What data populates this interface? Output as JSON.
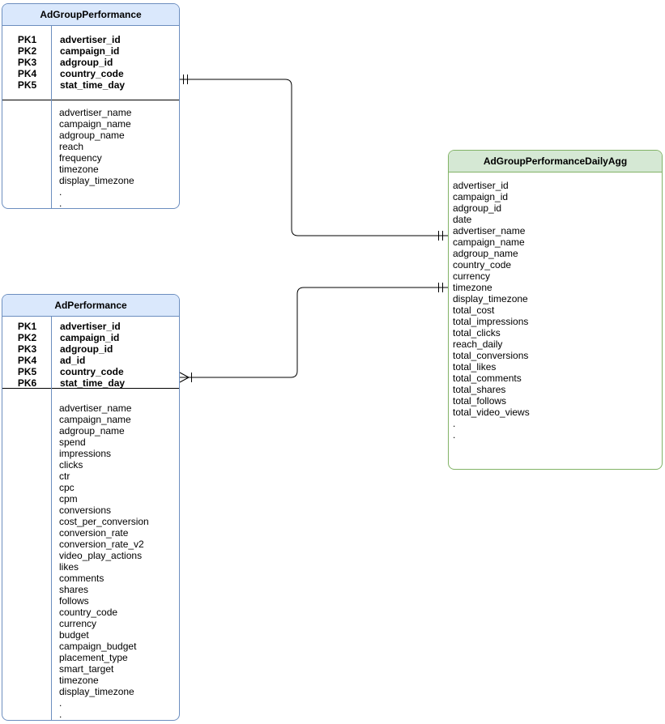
{
  "diagram": {
    "type": "entity-relationship",
    "colors": {
      "blue_fill": "#dae8fc",
      "blue_stroke": "#6c8ebf",
      "green_fill": "#d5e8d4",
      "green_stroke": "#82b366",
      "divider": "#000000",
      "connector": "#000000",
      "background": "#ffffff",
      "text": "#000000"
    },
    "tables": [
      {
        "title": "AdGroupPerformance",
        "theme": "blue",
        "primary_keys": [
          {
            "label": "PK1",
            "field": "advertiser_id"
          },
          {
            "label": "PK2",
            "field": "campaign_id"
          },
          {
            "label": "PK3",
            "field": "adgroup_id"
          },
          {
            "label": "PK4",
            "field": "country_code"
          },
          {
            "label": "PK5",
            "field": "stat_time_day"
          }
        ],
        "fields": [
          "advertiser_name",
          "campaign_name",
          "adgroup_name",
          "reach",
          "frequency",
          "timezone",
          "display_timezone",
          ".",
          "."
        ]
      },
      {
        "title": "AdPerformance",
        "theme": "blue",
        "primary_keys": [
          {
            "label": "PK1",
            "field": "advertiser_id"
          },
          {
            "label": "PK2",
            "field": "campaign_id"
          },
          {
            "label": "PK3",
            "field": "adgroup_id"
          },
          {
            "label": "PK4",
            "field": "ad_id"
          },
          {
            "label": "PK5",
            "field": "country_code"
          },
          {
            "label": "PK6",
            "field": "stat_time_day"
          }
        ],
        "fields": [
          "advertiser_name",
          "campaign_name",
          "adgroup_name",
          "spend",
          "impressions",
          "clicks",
          "ctr",
          "cpc",
          "cpm",
          "conversions",
          "cost_per_conversion",
          "conversion_rate",
          "conversion_rate_v2",
          "video_play_actions",
          "likes",
          "comments",
          "shares",
          "follows",
          "country_code",
          "currency",
          "budget",
          "campaign_budget",
          "placement_type",
          "smart_target",
          "timezone",
          "display_timezone",
          ".",
          "."
        ]
      },
      {
        "title": "AdGroupPerformanceDailyAgg",
        "theme": "green",
        "primary_keys": [],
        "fields": [
          "advertiser_id",
          "campaign_id",
          "adgroup_id",
          "date",
          "advertiser_name",
          "campaign_name",
          "adgroup_name",
          "country_code",
          "currency",
          "timezone",
          "display_timezone",
          "total_cost",
          "total_impressions",
          "total_clicks",
          "reach_daily",
          "total_conversions",
          "total_likes",
          "total_comments",
          "total_shares",
          "total_follows",
          "total_video_views",
          ".",
          "."
        ]
      }
    ],
    "relationships": [
      {
        "from_table": "AdGroupPerformance",
        "to_table": "AdGroupPerformanceDailyAgg",
        "from_cardinality": "exactly-one (||)",
        "to_cardinality": "exactly-one (||)"
      },
      {
        "from_table": "AdPerformance",
        "to_table": "AdGroupPerformanceDailyAgg",
        "from_cardinality": "many-one (>|)",
        "to_cardinality": "exactly-one (||)"
      }
    ]
  }
}
